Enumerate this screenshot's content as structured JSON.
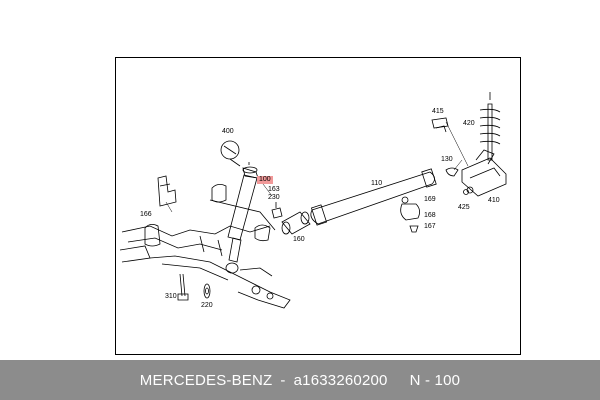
{
  "parts": {
    "p400": "400",
    "p100": "100",
    "p163": "163",
    "p230": "230",
    "p166": "166",
    "p160": "160",
    "p110": "110",
    "p130": "130",
    "p415": "415",
    "p420": "420",
    "p425": "425",
    "p410": "410",
    "p169": "169",
    "p168": "168",
    "p167": "167",
    "p310": "310",
    "p220": "220"
  },
  "highlight_color": "#f29a9a",
  "footer": {
    "brand": "MERCEDES-BENZ",
    "sep1": "-",
    "part_number": "a1633260200",
    "ref": "N - 100"
  }
}
